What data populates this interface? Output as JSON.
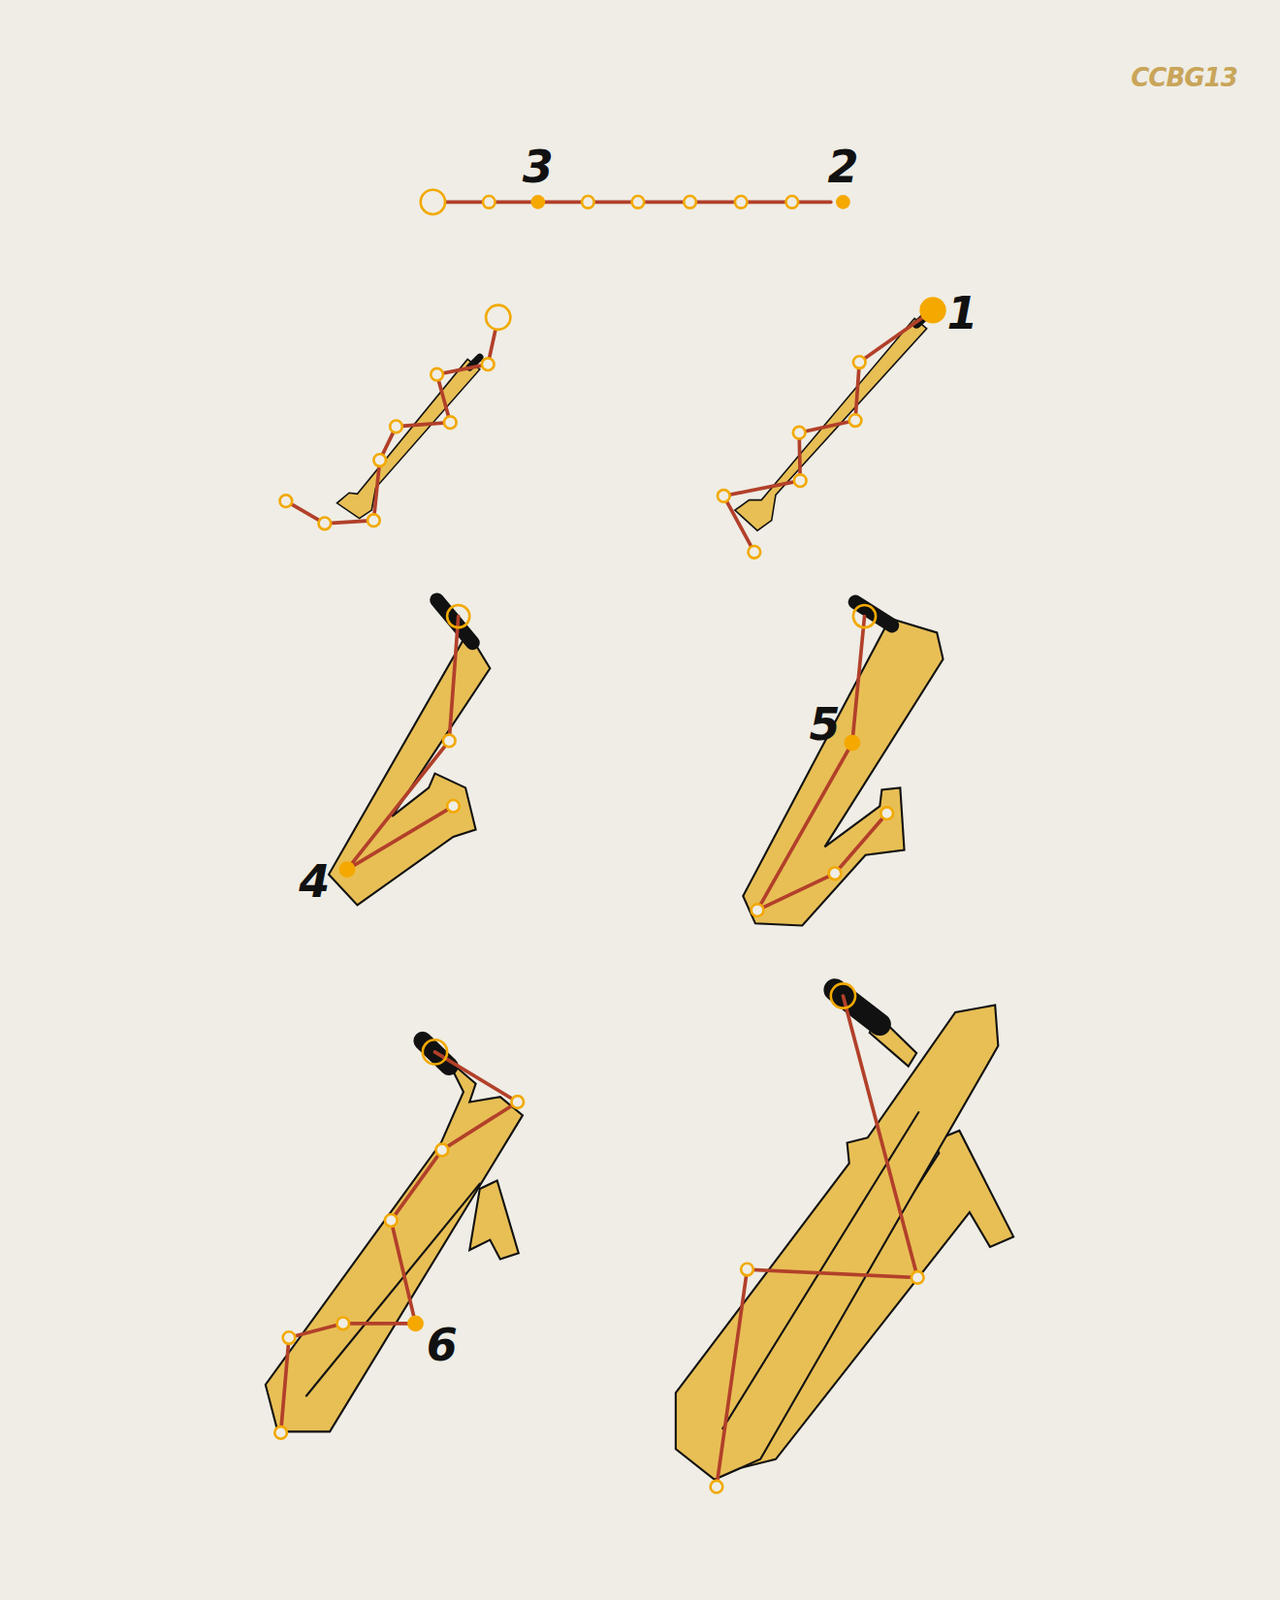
{
  "diagram": {
    "labels": [
      "3",
      "2",
      "1",
      "4",
      "5",
      "6",
      "CCBG13"
    ]
  }
}
